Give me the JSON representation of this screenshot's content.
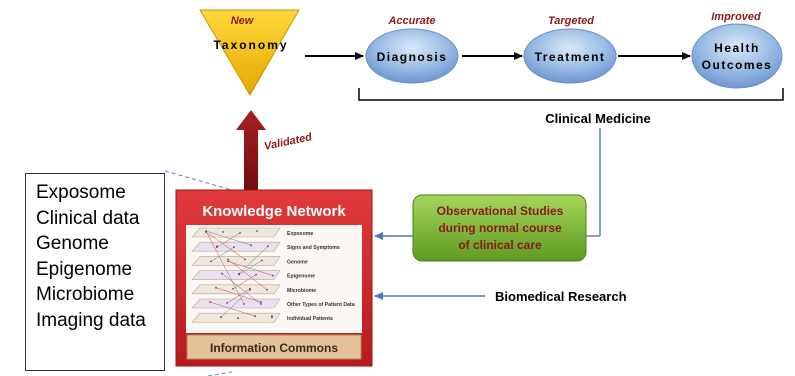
{
  "taxonomy": {
    "adjective": "New",
    "label": "Taxonomy"
  },
  "pipeline": [
    {
      "adjective": "Accurate",
      "label": "Diagnosis"
    },
    {
      "adjective": "Targeted",
      "label": "Treatment"
    },
    {
      "adjective": "Improved",
      "label_line1": "Health",
      "label_line2": "Outcomes"
    }
  ],
  "clinical_medicine": "Clinical Medicine",
  "validated": "Validated",
  "knowledge_network": {
    "title": "Knowledge Network",
    "layers": [
      "Exposome",
      "Signs and Symptoms",
      "Genome",
      "Epigenome",
      "Microbiome",
      "Other Types of Patient Data",
      "Individual Patients"
    ],
    "commons": "Information Commons"
  },
  "observational": {
    "line1": "Observational Studies",
    "line2": "during normal course",
    "line3": "of clinical care"
  },
  "biomedical_research": "Biomedical Research",
  "data_types": [
    "Exposome",
    "Clinical data",
    "Genome",
    "Epigenome",
    "Microbiome",
    "Imaging data"
  ],
  "colors": {
    "red_accent": "#8b1a1a",
    "network_red": "#d42a2a",
    "ellipse_blue": "#8fb4e0",
    "taxonomy_yellow": "#f5c400",
    "observational_green": "#7ab833",
    "commons_tan": "#e3c29a",
    "connector_blue": "#5b87c5"
  }
}
